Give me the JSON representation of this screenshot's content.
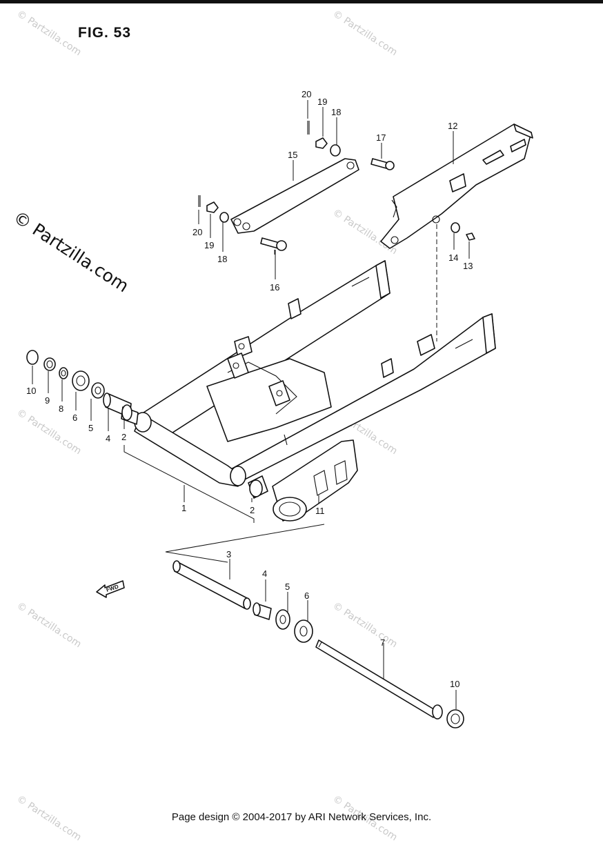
{
  "figure": {
    "title": "FIG. 53"
  },
  "watermark": {
    "small_text": "© Partzilla.com",
    "large_text": "© Partzilla.com"
  },
  "callouts": {
    "c1": "1",
    "c2a": "2",
    "c2b": "2",
    "c3": "3",
    "c4a": "4",
    "c4b": "4",
    "c5a": "5",
    "c5b": "5",
    "c6a": "6",
    "c6b": "6",
    "c7": "7",
    "c8": "8",
    "c9": "9",
    "c10a": "10",
    "c10b": "10",
    "c11": "11",
    "c12": "12",
    "c13": "13",
    "c14": "14",
    "c15": "15",
    "c16": "16",
    "c17": "17",
    "c18a": "18",
    "c18b": "18",
    "c19a": "19",
    "c19b": "19",
    "c20a": "20",
    "c20b": "20"
  },
  "fwd_label": "FWD",
  "footer": {
    "text": "Page design © 2004-2017 by ARI Network Services, Inc."
  }
}
